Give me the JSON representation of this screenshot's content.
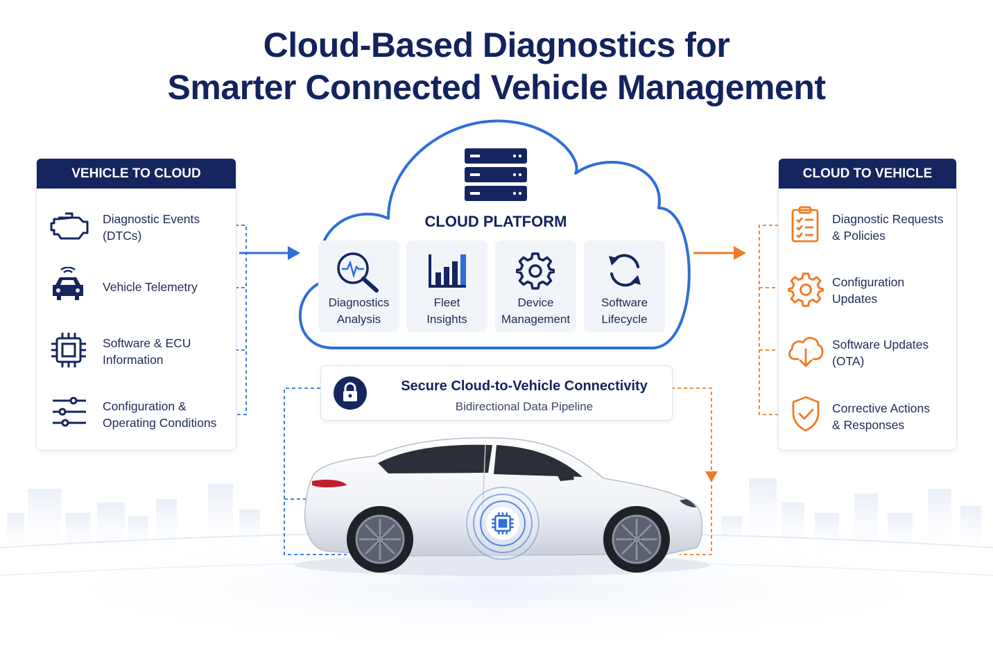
{
  "title": {
    "line1": "Cloud-Based Diagnostics for",
    "line2": "Smarter Connected Vehicle Management"
  },
  "left_panel": {
    "header": "VEHICLE TO CLOUD",
    "items": [
      {
        "label": "Diagnostic Events\n(DTCs)",
        "icon": "engine-icon"
      },
      {
        "label": "Vehicle Telemetry",
        "icon": "connected-car-icon"
      },
      {
        "label": "Software & ECU\nInformation",
        "icon": "chip-icon"
      },
      {
        "label": "Configuration &\nOperating Conditions",
        "icon": "sliders-icon"
      }
    ]
  },
  "cloud": {
    "title": "CLOUD PLATFORM",
    "icon": "server-icon",
    "tiles": [
      {
        "label": "Diagnostics\nAnalysis",
        "icon": "magnifier-pulse-icon"
      },
      {
        "label": "Fleet\nInsights",
        "icon": "bar-chart-icon"
      },
      {
        "label": "Device\nManagement",
        "icon": "gear-icon"
      },
      {
        "label": "Software\nLifecycle",
        "icon": "refresh-icon"
      }
    ]
  },
  "right_panel": {
    "header": "CLOUD TO VEHICLE",
    "items": [
      {
        "label": "Diagnostic Requests\n& Policies",
        "icon": "clipboard-checklist-icon"
      },
      {
        "label": "Configuration\nUpdates",
        "icon": "gear-icon"
      },
      {
        "label": "Software Updates\n(OTA)",
        "icon": "cloud-download-icon"
      },
      {
        "label": "Corrective Actions\n& Responses",
        "icon": "shield-check-icon"
      }
    ]
  },
  "connectivity": {
    "title": "Secure Cloud-to-Vehicle Connectivity",
    "subtitle": "Bidirectional Data Pipeline",
    "icon": "lock-icon"
  },
  "colors": {
    "navy": "#14255f",
    "blue": "#2f6fd6",
    "orange": "#f07a24"
  }
}
